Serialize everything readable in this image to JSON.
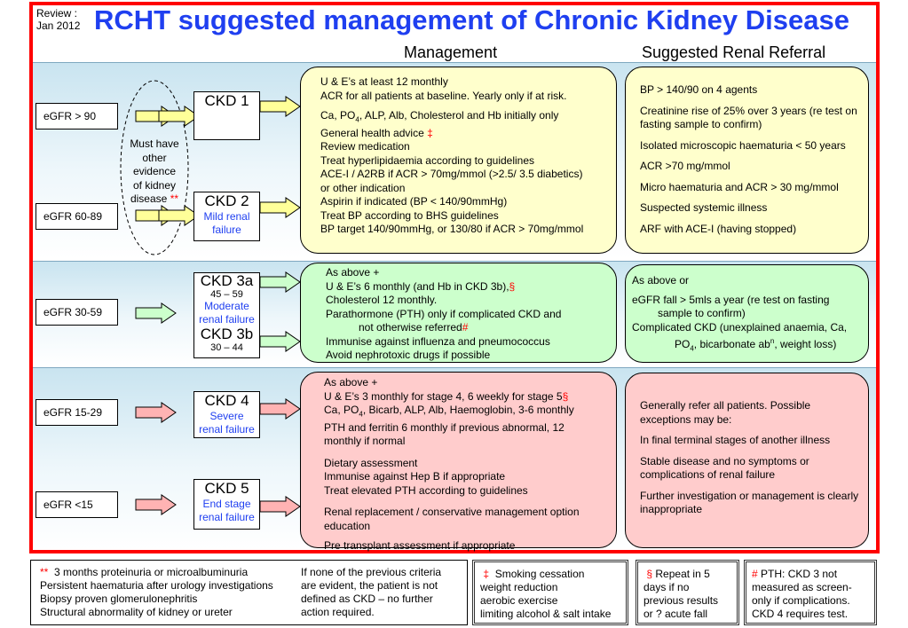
{
  "header": {
    "review_line1": "Review :",
    "review_line2": "Jan 2012",
    "title": "RCHT suggested management of Chronic Kidney Disease",
    "col_management": "Management",
    "col_referral": "Suggested Renal Referral"
  },
  "egfr": {
    "gt90": "eGFR > 90",
    "r60_89": "eGFR 60-89",
    "r30_59": "eGFR 30-59",
    "r15_29": "eGFR 15-29",
    "lt15": "eGFR <15"
  },
  "oval": {
    "line1": "Must have",
    "line2": "other",
    "line3": "evidence",
    "line4": "of kidney",
    "line5": "disease",
    "mark": "**"
  },
  "ckd": {
    "ckd1": "CKD 1",
    "ckd2": "CKD 2",
    "ckd2_sub1": "Mild renal",
    "ckd2_sub2": "failure",
    "ckd3a": "CKD 3a",
    "ckd3a_range": "45 – 59",
    "ckd3_sub1": "Moderate",
    "ckd3_sub2": "renal failure",
    "ckd3b": "CKD 3b",
    "ckd3b_range": "30 – 44",
    "ckd4": "CKD 4",
    "ckd4_sub1": "Severe",
    "ckd4_sub2": "renal failure",
    "ckd5": "CKD 5",
    "ckd5_sub1": "End stage",
    "ckd5_sub2": "renal failure"
  },
  "mgmt_yellow": {
    "l1": "U & E’s at least 12 monthly",
    "l2": "ACR for all patients at baseline. Yearly only if at risk.",
    "l3a": "Ca, PO",
    "l3sub": "4",
    "l3b": ", ALP, Alb, Cholesterol and Hb initially only",
    "l4": "General health advice",
    "l4mark": "‡",
    "l5": "Review medication",
    "l6": "Treat hyperlipidaemia according to guidelines",
    "l7": "ACE-I / A2RB if ACR > 70mg/mmol (>2.5/ 3.5 diabetics)",
    "l8": "or other indication",
    "l9": "Aspirin if indicated (BP < 140/90mmHg)",
    "l10": "Treat BP according to BHS guidelines",
    "l11": "BP target 140/90mmHg, or 130/80 if ACR > 70mg/mmol"
  },
  "ref_yellow": {
    "l1": "BP > 140/90 on 4 agents",
    "l2": "Creatinine rise of 25% over 3 years (re test on fasting sample to confirm)",
    "l3": "Isolated microscopic haematuria < 50 years",
    "l4": "ACR >70 mg/mmol",
    "l5": "Micro haematuria and ACR > 30 mg/mmol",
    "l6": "Suspected systemic illness",
    "l7": "ARF with ACE-I (having stopped)"
  },
  "mgmt_green": {
    "l1": "As above +",
    "l2": "U & E’s 6 monthly (and Hb in CKD 3b),",
    "l2mark": "§",
    "l3": "Cholesterol 12 monthly.",
    "l4": "Parathormone (PTH) only if complicated CKD and",
    "l5": "not otherwise referred",
    "l5mark": "#",
    "l6": "Immunise against influenza and pneumococcus",
    "l7": "Avoid nephrotoxic drugs if possible"
  },
  "ref_green": {
    "l1": "As above or",
    "l2": "eGFR fall > 5mls a year (re test on fasting",
    "l3": "sample to confirm)",
    "l4": "Complicated CKD (unexplained anaemia, Ca,",
    "l5a": "PO",
    "l5sub": "4",
    "l5b": ", bicarbonate ab",
    "l5sup": "n",
    "l5c": ", weight loss)"
  },
  "mgmt_pink": {
    "l1": "As above +",
    "l2": "U & E’s 3 monthly for stage 4, 6 weekly for stage 5",
    "l2mark": "§",
    "l3a": "Ca, PO",
    "l3sub": "4",
    "l3b": ", Bicarb, ALP, Alb, Haemoglobin, 3-6 monthly",
    "l4": "PTH and ferritin 6 monthly if previous abnormal, 12",
    "l5": "monthly if normal",
    "l6": "Dietary assessment",
    "l7": "Immunise against Hep B if appropriate",
    "l8": "Treat elevated PTH according to guidelines",
    "l9": "Renal replacement / conservative management option",
    "l10": "education",
    "l11": "Pre transplant assessment if appropriate"
  },
  "ref_pink": {
    "l1": "Generally refer all patients. Possible exceptions may be:",
    "l2": "In final terminal stages of another illness",
    "l3": "Stable disease and no symptoms or complications of renal failure",
    "l4": "Further investigation or management is clearly inappropriate"
  },
  "footer": {
    "f1_mark": "**",
    "f1_l1": "3 months proteinuria or microalbuminuria",
    "f1_l2": "Persistent haematuria after urology investigations",
    "f1_l3": "Biopsy proven glomerulonephritis",
    "f1_l4": "Structural abnormality of kidney or ureter",
    "f1_r1": "If none of the previous criteria",
    "f1_r2": "are evident, the patient is not",
    "f1_r3": "defined as CKD – no further",
    "f1_r4": "action required.",
    "f2_mark": "‡",
    "f2_l1": "Smoking cessation",
    "f2_l2": "weight reduction",
    "f2_l3": "aerobic exercise",
    "f2_l4": "limiting alcohol & salt intake",
    "f3_mark": "§",
    "f3_l1": "Repeat in 5",
    "f3_l2": "days if no",
    "f3_l3": "previous results",
    "f3_l4": "or ? acute fall",
    "f4_mark": "#",
    "f4_l1": "PTH: CKD 3 not",
    "f4_l2": "measured as screen-",
    "f4_l3": "only if complications.",
    "f4_l4": "CKD 4 requires test."
  },
  "colors": {
    "title_blue": "#1f3ff0",
    "frame_red": "#ff0000",
    "yellow": "#ffffcc",
    "green": "#ccffcc",
    "pink": "#ffcccc",
    "arrow_yellow": "#ffff99",
    "arrow_green": "#ccffcc",
    "arrow_pink": "#ffb3b3"
  }
}
